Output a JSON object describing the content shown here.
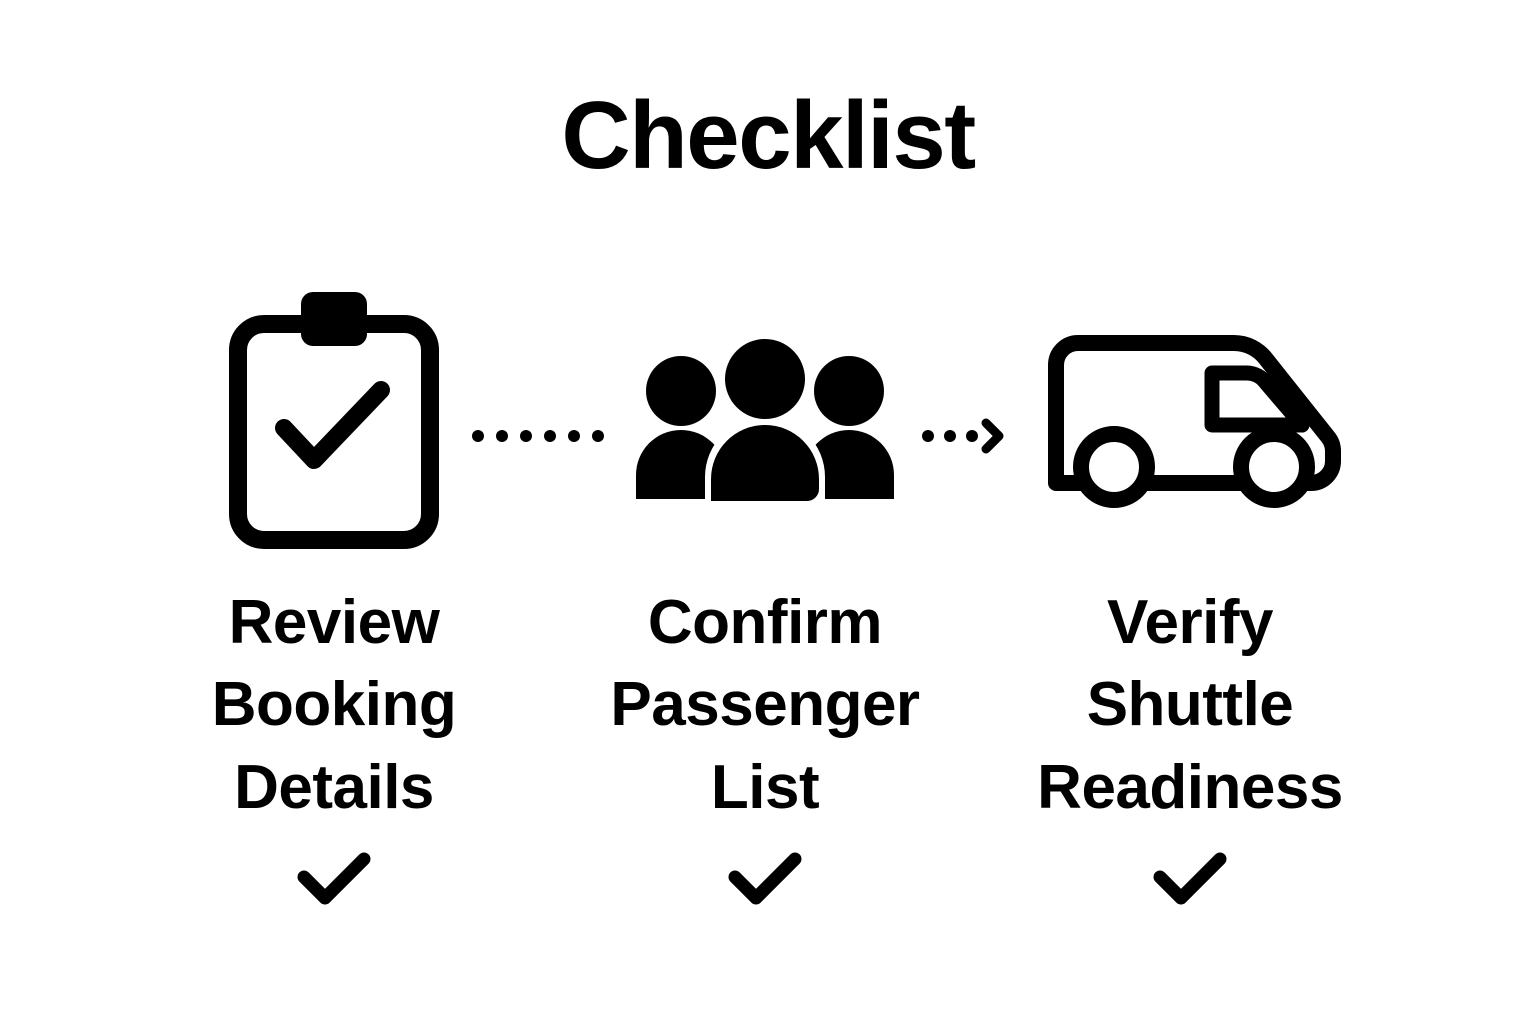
{
  "page": {
    "title": "Checklist",
    "background_color": "#ffffff",
    "ink_color": "#000000"
  },
  "steps": [
    {
      "index": "1",
      "icon": "clipboard-check-icon",
      "label": "Review\nBooking\nDetails",
      "label_line_1": "Review",
      "label_line_2": "Booking",
      "label_line_3": "Details",
      "status_icon": "checkmark-icon",
      "completed": "true"
    },
    {
      "index": "2",
      "icon": "people-group-icon",
      "label": "Confirm\nPassenger\nList",
      "label_line_1": "Confirm",
      "label_line_2": "Passenger",
      "label_line_3": "List",
      "status_icon": "checkmark-icon",
      "completed": "true"
    },
    {
      "index": "3",
      "icon": "van-shuttle-icon",
      "label": "Verify\nShuttle\nReadiness",
      "label_line_1": "Verify",
      "label_line_2": "Shuttle",
      "label_line_3": "Readiness",
      "status_icon": "checkmark-icon",
      "completed": "true"
    }
  ],
  "connectors": [
    {
      "style": "dotted",
      "dots": 6,
      "arrowhead": "false"
    },
    {
      "style": "dotted-arrow",
      "dots": 3,
      "arrowhead": "true"
    }
  ]
}
